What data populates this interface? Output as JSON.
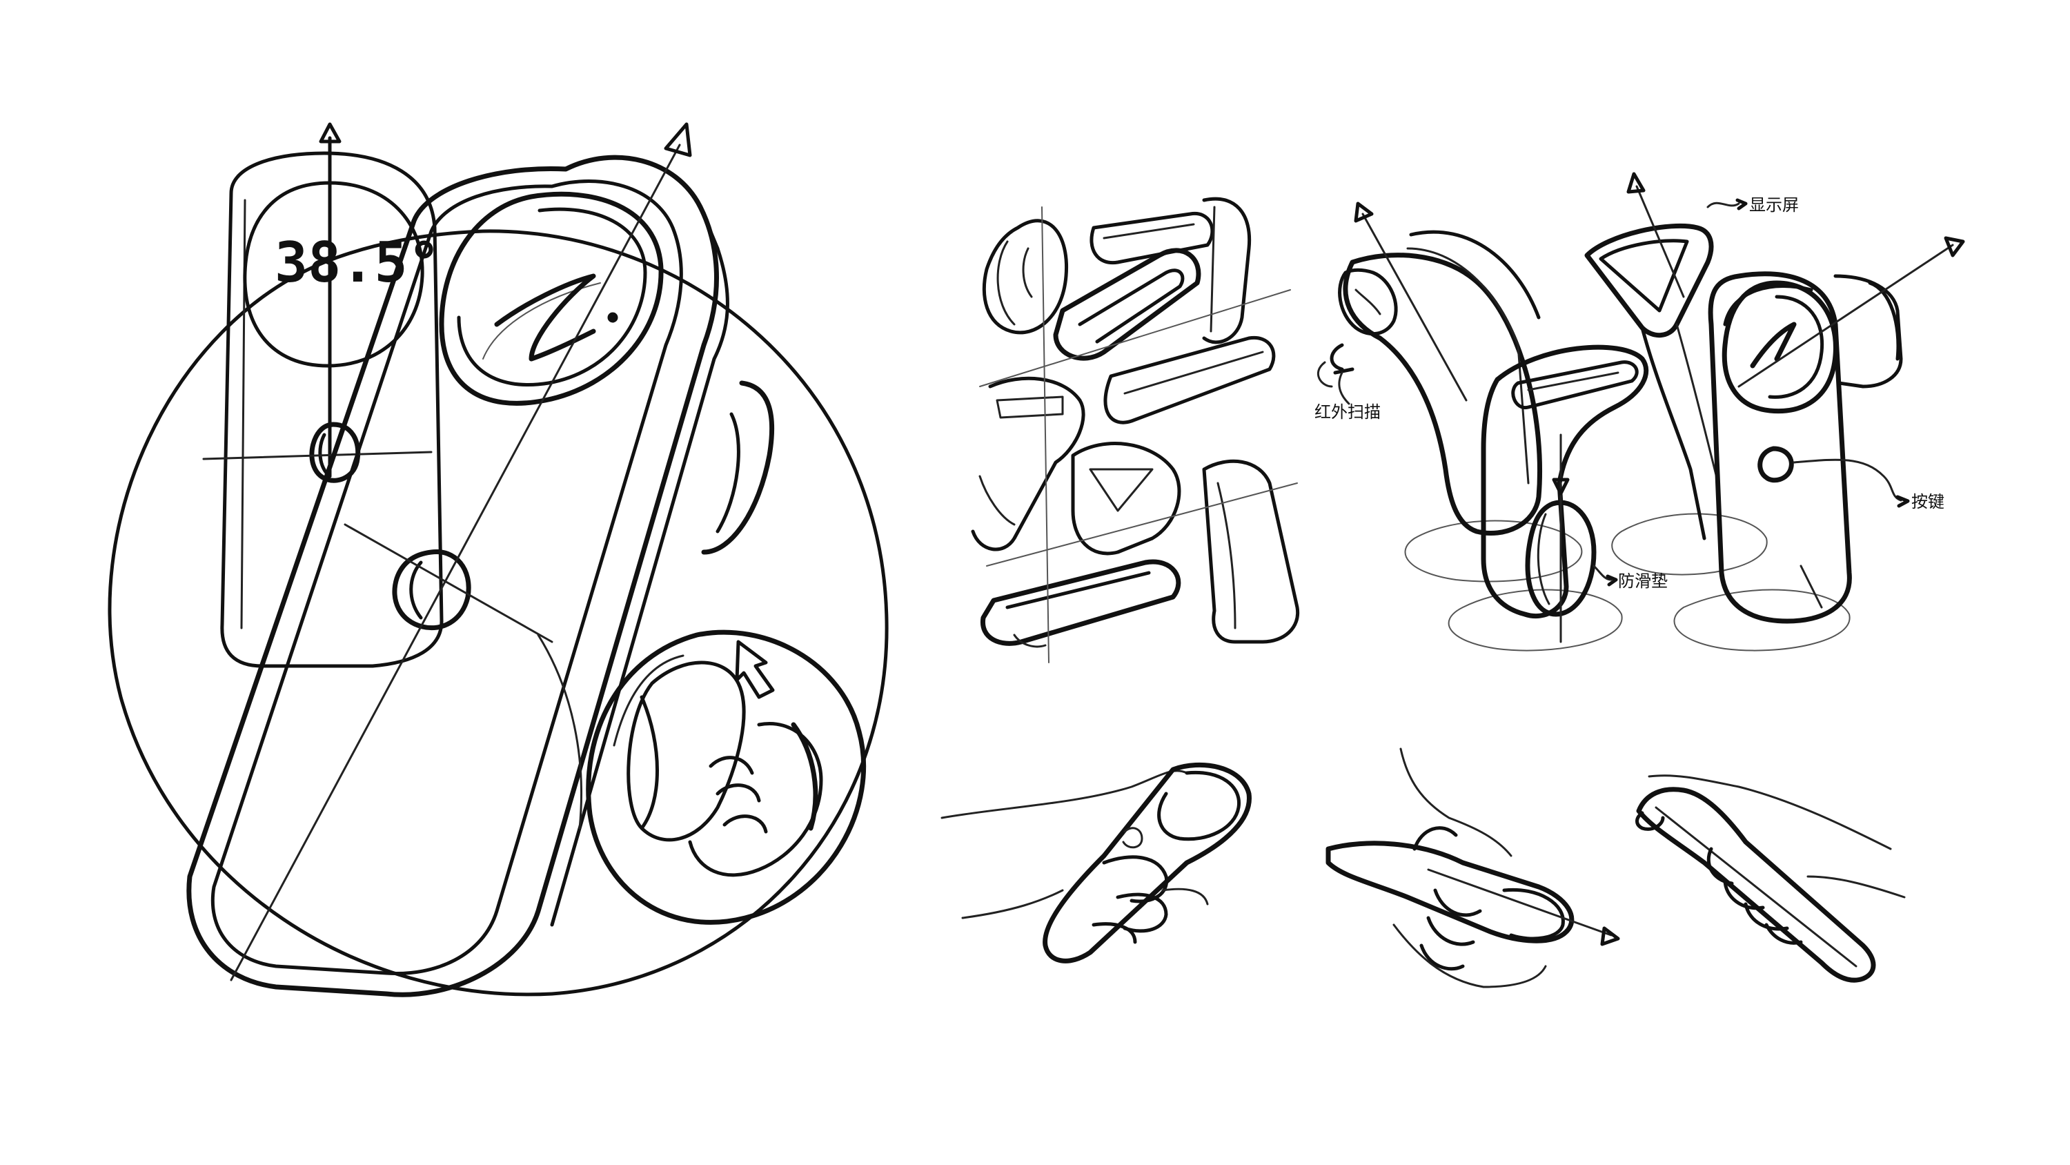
{
  "colors": {
    "ink": "#111111",
    "paper": "#ffffff"
  },
  "main_sketch": {
    "display_reading": "38.5°"
  },
  "annotations": {
    "display_screen": "显示屏",
    "ear_scan": "红外扫描",
    "button": "按键",
    "anti_slip": "防滑垫"
  }
}
